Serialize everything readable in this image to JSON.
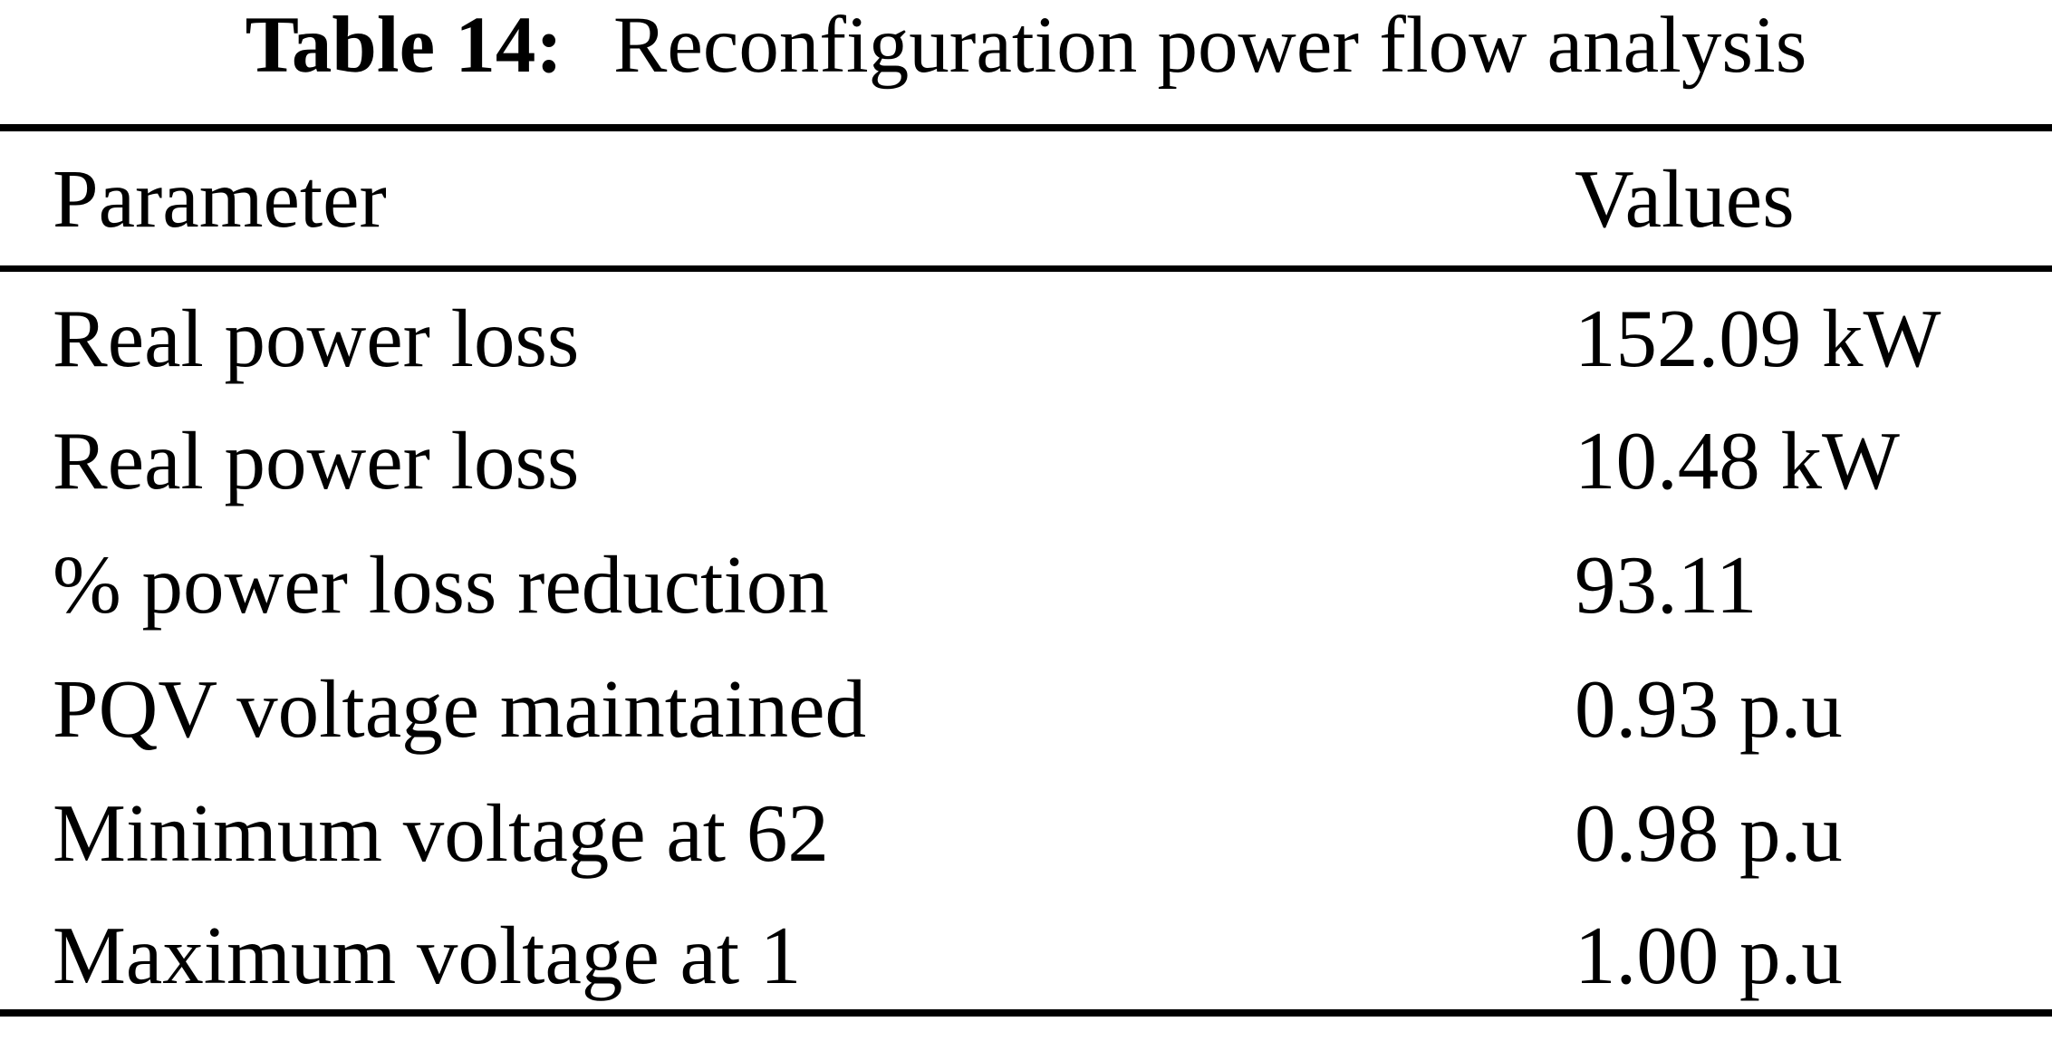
{
  "caption": {
    "label": "Table 14:",
    "title": "Reconfiguration power flow analysis"
  },
  "table": {
    "columns": [
      "Parameter",
      "Values"
    ],
    "rows": [
      {
        "parameter": "Real power loss",
        "value": "152.09 kW"
      },
      {
        "parameter": "Real power loss",
        "value": "10.48 kW"
      },
      {
        "parameter": "% power loss reduction",
        "value": "93.11"
      },
      {
        "parameter": "PQV voltage maintained",
        "value": "0.93 p.u"
      },
      {
        "parameter": "Minimum voltage at 62",
        "value": "0.98 p.u"
      },
      {
        "parameter": "Maximum voltage at 1",
        "value": "1.00 p.u"
      }
    ]
  },
  "colors": {
    "text": "#000000",
    "background": "#ffffff",
    "rule": "#000000"
  }
}
